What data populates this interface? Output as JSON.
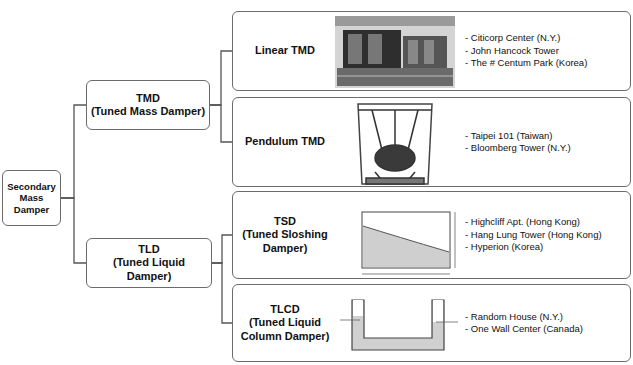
{
  "diagram": {
    "nodes": [
      {
        "text": [
          "Secondary Mass Damper"
        ]
      },
      {
        "text": [
          "TMD",
          "(Tuned Mass Damper)"
        ]
      },
      {
        "text": [
          "TLD",
          "(Tuned Liquid Damper)"
        ]
      },
      {
        "text": [
          "Linear TMD",
          "- Citicorp Center (N.Y.)",
          "- John Hancock Tower",
          "- The # Centum Park (Korea)"
        ]
      },
      {
        "text": [
          "Pendulum TMD",
          "- Taipei 101 (Taiwan)",
          "- Bloomberg Tower (N.Y.)"
        ]
      },
      {
        "text": [
          "TSD",
          "(Tuned Sloshing Damper)",
          "- Highcliff Apt. (Hong Kong)",
          "- Hang Lung Tower (Hong Kong)",
          "- Hyperion (Korea)"
        ]
      },
      {
        "text": [
          "TLCD",
          "(Tuned Liquid Column Damper)",
          "- Random House (N.Y.)",
          "- One Wall Center (Canada)"
        ]
      }
    ],
    "edges": [
      {
        "from": 0,
        "to": 1,
        "arrow": "none"
      },
      {
        "from": 0,
        "to": 2,
        "arrow": "none"
      },
      {
        "from": 1,
        "to": 3,
        "arrow": "none"
      },
      {
        "from": 1,
        "to": 4,
        "arrow": "none"
      },
      {
        "from": 2,
        "to": 5,
        "arrow": "none"
      },
      {
        "from": 2,
        "to": 6,
        "arrow": "none"
      }
    ]
  }
}
